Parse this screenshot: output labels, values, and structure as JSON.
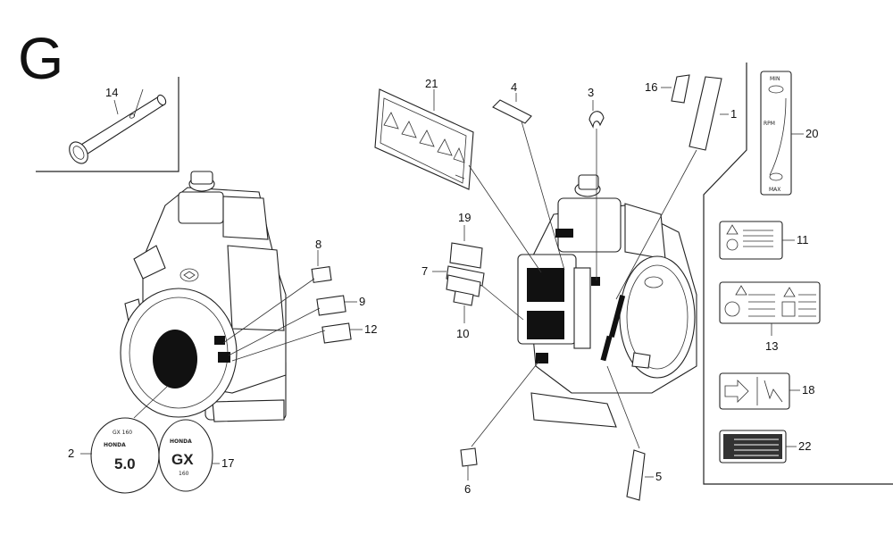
{
  "section_letter": "G",
  "callouts": {
    "c1": "1",
    "c2": "2",
    "c3": "3",
    "c4": "4",
    "c5": "5",
    "c6": "6",
    "c7": "7",
    "c8": "8",
    "c9": "9",
    "c10": "10",
    "c11": "11",
    "c12": "12",
    "c13": "13",
    "c14": "14",
    "c16": "16",
    "c17": "17",
    "c18": "18",
    "c19": "19",
    "c20": "20",
    "c21": "21",
    "c22": "22"
  },
  "labels": {
    "min": "MIN",
    "max": "MAX",
    "rpm": "RPM",
    "emblem_2_top": "GX 160",
    "emblem_2_mid": "HONDA",
    "emblem_2_num": "5.0",
    "emblem_17_top": "HONDA",
    "emblem_17_mid": "GX",
    "emblem_17_bot": "160"
  }
}
